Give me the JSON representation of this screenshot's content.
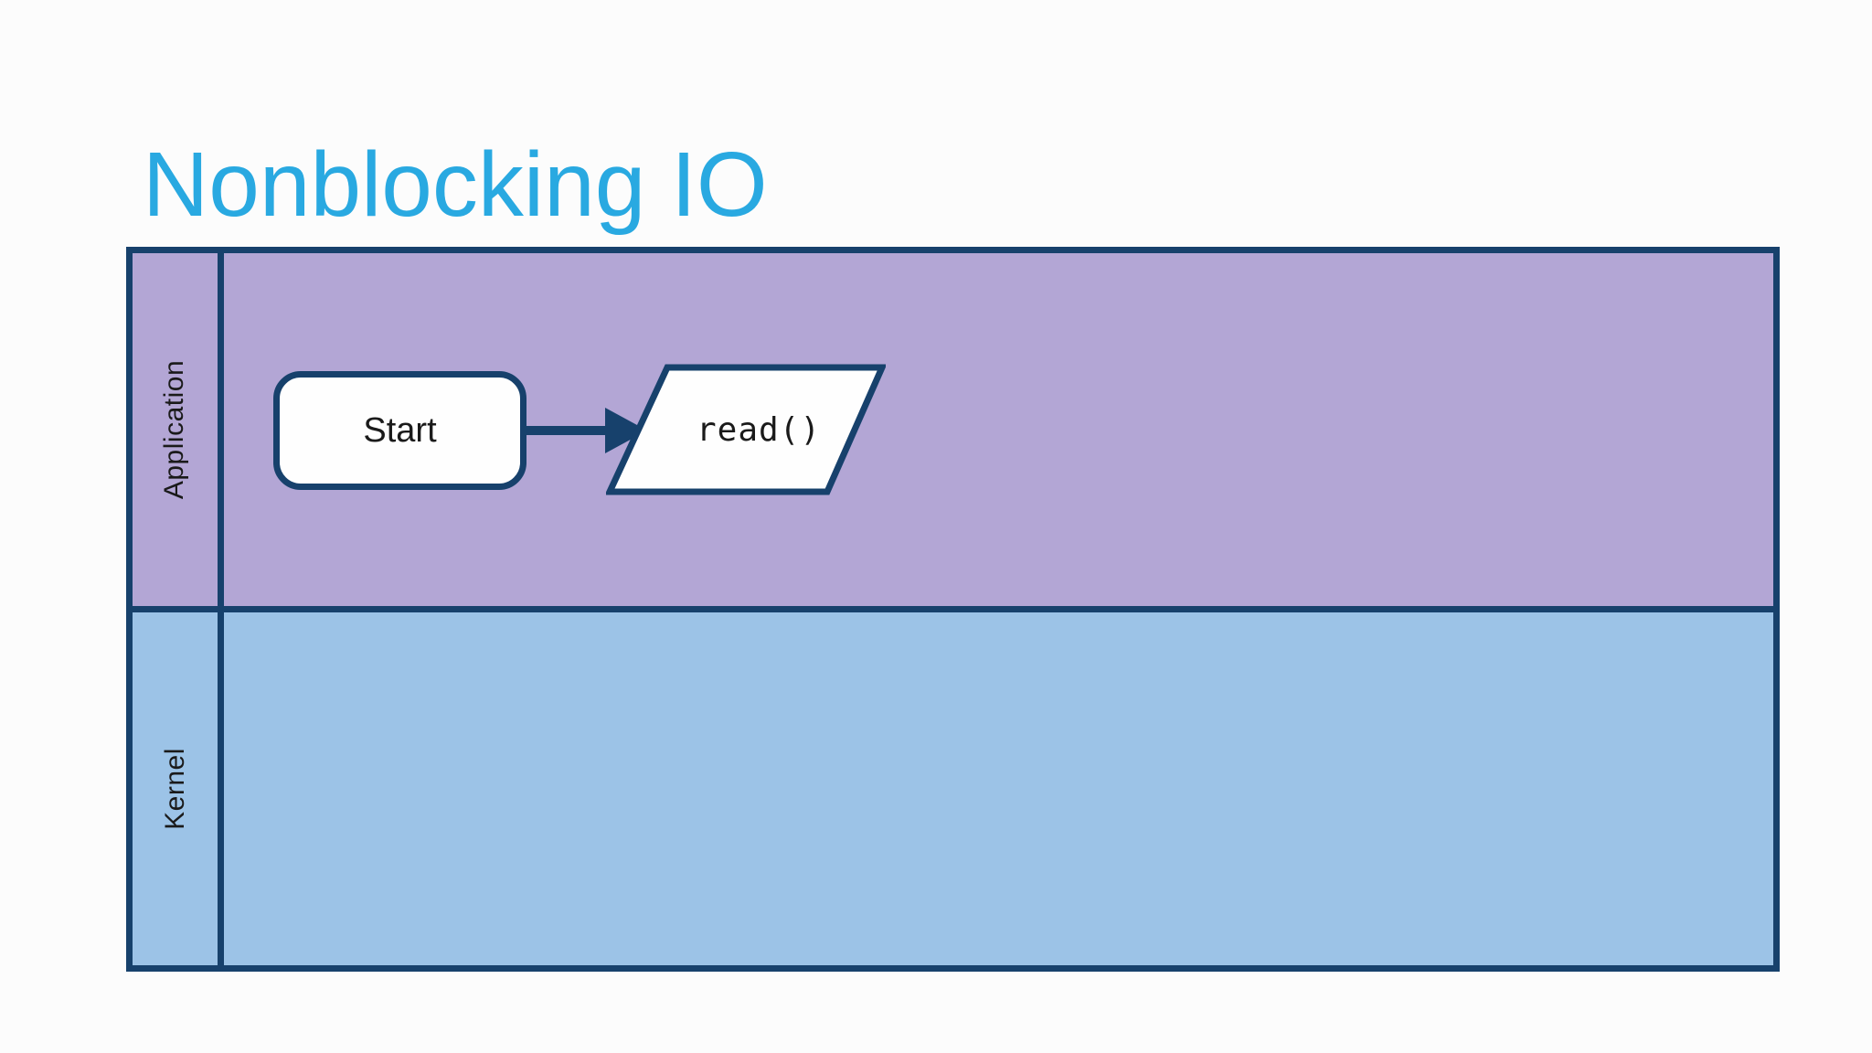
{
  "slide": {
    "title": "Nonblocking IO"
  },
  "diagram": {
    "type": "swimlane-flowchart",
    "lanes": [
      {
        "label": "Application",
        "fill": "#B3A6D5"
      },
      {
        "label": "Kernel",
        "fill": "#9CC3E7"
      }
    ],
    "nodes": [
      {
        "id": "start",
        "label": "Start",
        "shape": "rounded-rectangle",
        "lane": "Application"
      },
      {
        "id": "read",
        "label": "read()",
        "shape": "parallelogram",
        "lane": "Application"
      }
    ],
    "edges": [
      {
        "from": "start",
        "to": "read",
        "style": "solid-arrow"
      }
    ]
  },
  "colors": {
    "title": "#29A9E1",
    "navy": "#17416C",
    "purple": "#B3A6D5",
    "blue": "#9CC3E7",
    "node_fill": "#FEFEFE",
    "text": "#1A1A1A",
    "page_bg": "#FCFCFC"
  }
}
